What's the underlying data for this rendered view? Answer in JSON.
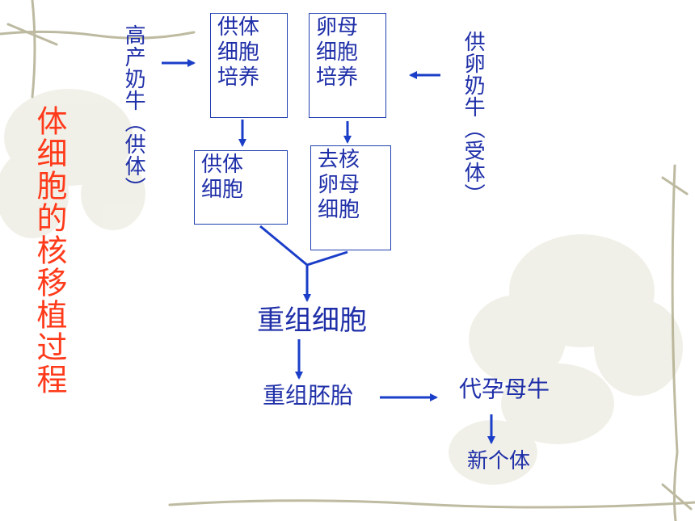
{
  "side_title": "体细胞的核移植过程",
  "donor": {
    "line1": "高产奶牛",
    "line2": "（供体）"
  },
  "recipient": {
    "line1": "供卵奶牛",
    "line2": "（受体）"
  },
  "box_donor_culture": [
    "供体",
    "细胞",
    "培养"
  ],
  "box_egg_culture": [
    "卵母",
    "细胞",
    "培养"
  ],
  "box_donor_cell": [
    "供体",
    "细胞"
  ],
  "box_enucleated_egg": [
    "去核",
    "卵母",
    "细胞"
  ],
  "recombined_cell": "重组细胞",
  "recombined_embryo": "重组胚胎",
  "surrogate_cow": "代孕母牛",
  "new_individual": "新个体",
  "colors": {
    "text": "#1f2fa8",
    "arrow": "#1a3ec8",
    "title": "#ff3a1a",
    "border": "#e8e4d6",
    "decor": "#c9c7a8"
  }
}
